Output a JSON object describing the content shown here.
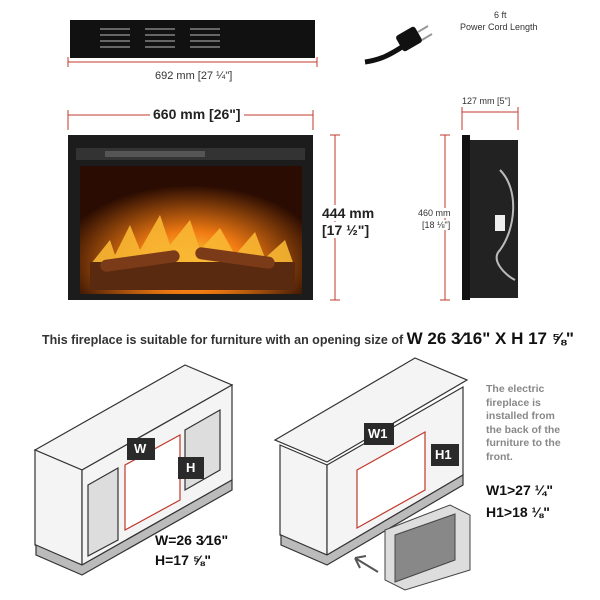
{
  "top": {
    "insert_width": "692 mm [27 ¼\"]",
    "cord_length": "6 ft",
    "cord_label": "Power Cord Length"
  },
  "front": {
    "width": "660 mm [26\"]",
    "height_mm": "444 mm",
    "height_in": "[17 ½\"]"
  },
  "side": {
    "depth": "127 mm [5\"]",
    "height_mm": "460 mm",
    "height_in": "[18 ⅛\"]"
  },
  "sentence": {
    "text": "This fireplace is suitable for furniture with an opening size of",
    "size": "W 26 3⁄16\" X H 17 ⅝\""
  },
  "left_furniture": {
    "w_label": "W",
    "h_label": "H",
    "w_value": "W=26 3⁄16\"",
    "h_value": "H=17 ⅝\""
  },
  "right_furniture": {
    "w_label": "W1",
    "h_label": "H1",
    "note": "The electric fireplace is installed from the back of the furniture to the front.",
    "w_req": "W1>27 ¼\"",
    "h_req": "H1>18 ⅛\""
  },
  "colors": {
    "flame": "#f07a12",
    "frame": "#222222",
    "label_bg": "#2a2a2a",
    "dim_line": "#c0392b"
  }
}
